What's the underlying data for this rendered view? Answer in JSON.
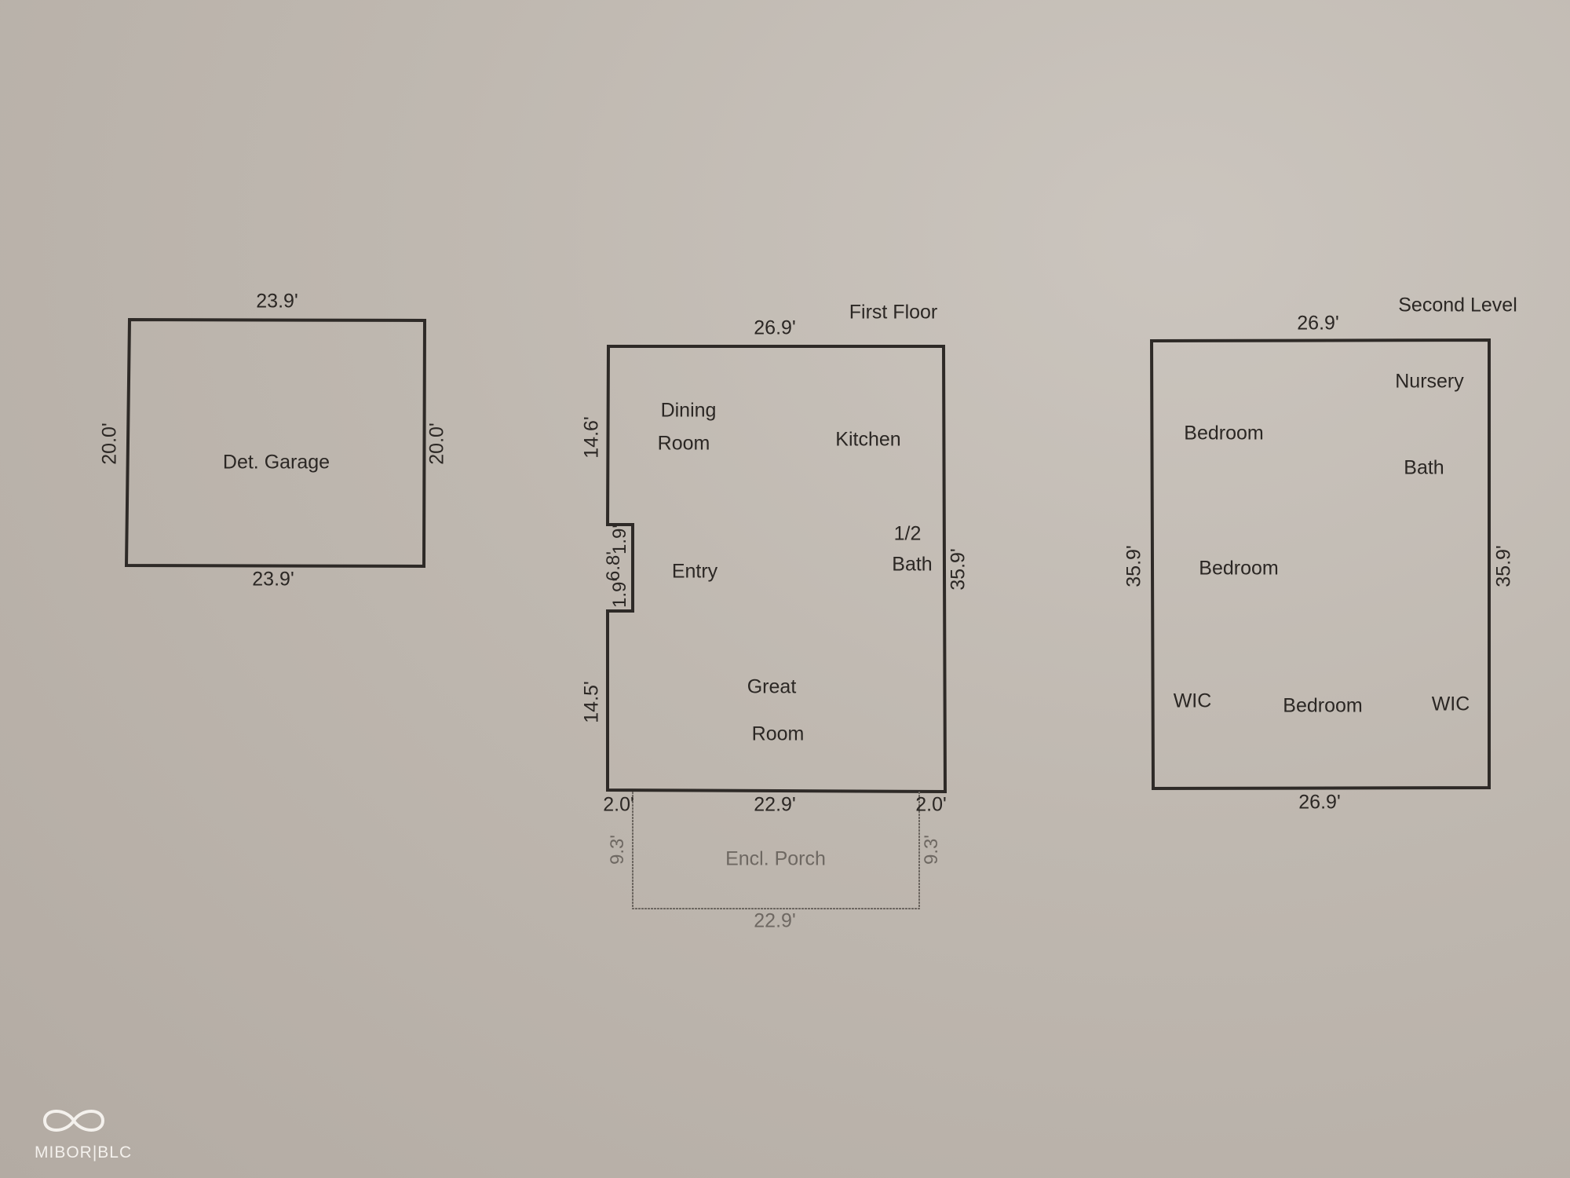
{
  "garage": {
    "top_dim": "23.9'",
    "bottom_dim": "23.9'",
    "left_dim": "20.0'",
    "right_dim": "20.0'",
    "room": "Det. Garage"
  },
  "first_floor": {
    "title": "First Floor",
    "top_dim": "26.9'",
    "left_upper_dim": "14.6'",
    "notch_top_dim": "1.9'",
    "notch_dim": "6.8'",
    "notch_bottom_dim": "1.9'",
    "left_lower_dim": "14.5'",
    "right_dim": "35.9'",
    "bottom_left_dim": "2.0'",
    "bottom_dim": "22.9'",
    "bottom_right_dim": "2.0'",
    "rooms": {
      "dining_1": "Dining",
      "dining_2": "Room",
      "kitchen": "Kitchen",
      "half_bath_1": "1/2",
      "half_bath_2": "Bath",
      "entry": "Entry",
      "great_1": "Great",
      "great_2": "Room"
    },
    "porch": {
      "label": "Encl. Porch",
      "left_dim": "9.3'",
      "right_dim": "9.3'",
      "bottom_dim": "22.9'"
    }
  },
  "second_level": {
    "title": "Second Level",
    "top_dim": "26.9'",
    "bottom_dim": "26.9'",
    "left_dim": "35.9'",
    "right_dim": "35.9'",
    "rooms": {
      "nursery": "Nursery",
      "bedroom_1": "Bedroom",
      "bath": "Bath",
      "bedroom_2": "Bedroom",
      "wic_left": "WIC",
      "bedroom_3": "Bedroom",
      "wic_right": "WIC"
    }
  },
  "watermark": {
    "text": "MIBOR|BLC",
    "icon": "infinity-icon"
  }
}
